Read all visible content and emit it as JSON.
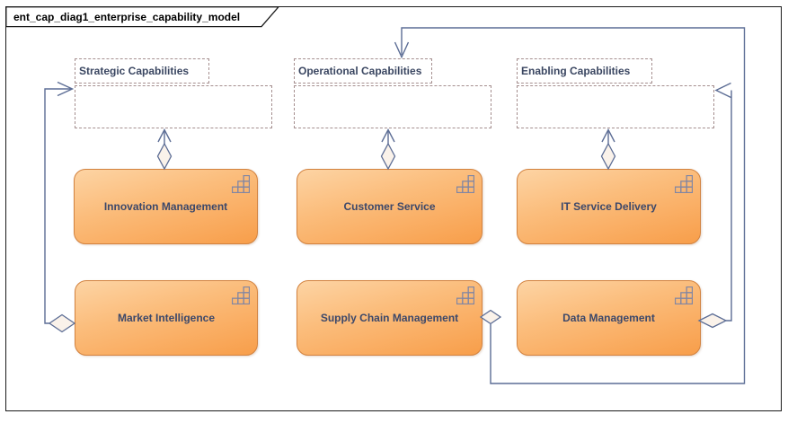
{
  "frame": {
    "title": "ent_cap_diag1_enterprise_capability_model"
  },
  "packages": [
    {
      "id": "strategic-capabilities",
      "label": "Strategic Capabilities"
    },
    {
      "id": "operational-capabilities",
      "label": "Operational Capabilities"
    },
    {
      "id": "enabling-capabilities",
      "label": "Enabling Capabilities"
    }
  ],
  "capabilities": [
    {
      "id": "innovation-management",
      "label": "Innovation Management"
    },
    {
      "id": "customer-service",
      "label": "Customer Service"
    },
    {
      "id": "it-service-delivery",
      "label": "IT Service Delivery"
    },
    {
      "id": "market-intelligence",
      "label": "Market Intelligence"
    },
    {
      "id": "supply-chain-management",
      "label": "Supply Chain Management"
    },
    {
      "id": "data-management",
      "label": "Data Management"
    }
  ],
  "relationships": [
    {
      "from": "Innovation Management",
      "to": "Strategic Capabilities",
      "type": "aggregation-arrow"
    },
    {
      "from": "Customer Service",
      "to": "Operational Capabilities",
      "type": "aggregation-arrow"
    },
    {
      "from": "IT Service Delivery",
      "to": "Enabling Capabilities",
      "type": "aggregation-arrow"
    },
    {
      "from": "Market Intelligence",
      "to": "Strategic Capabilities",
      "type": "aggregation-arrow"
    },
    {
      "from": "Supply Chain Management",
      "to": "Operational Capabilities",
      "type": "aggregation-arrow"
    },
    {
      "from": "Data Management",
      "to": "Enabling Capabilities",
      "type": "aggregation-arrow"
    }
  ],
  "icons": {
    "capability": "staircase-blocks-icon"
  },
  "colors": {
    "capability_fill_top": "#FDD4A4",
    "capability_fill_bottom": "#F89E4A",
    "capability_border": "#D2823F",
    "package_border": "#A58F8F",
    "label_text": "#3C486A",
    "connector": "#5C6D95",
    "diamond_fill": "#FAF2EA",
    "frame_border": "#1B1B1B"
  }
}
